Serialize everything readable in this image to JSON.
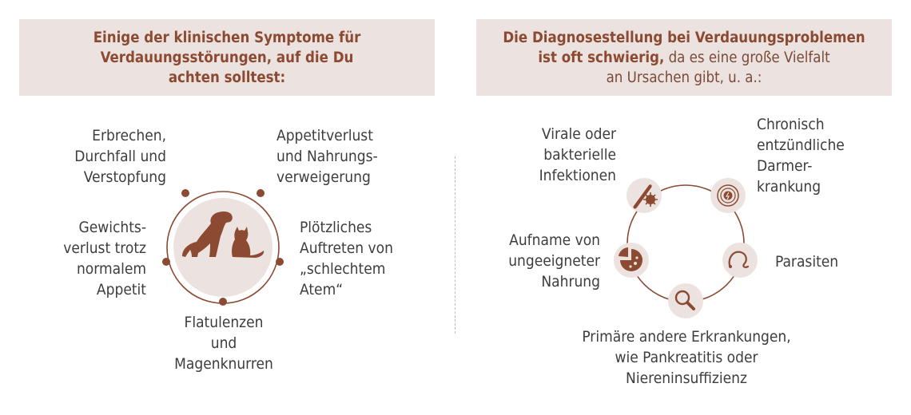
{
  "left_panel": {
    "title_lines": [
      "Einige der klinischen Symptome für",
      "Verdauungsstörungen, auf die Du",
      "achten solltest:"
    ],
    "symptoms": [
      [
        "Erbrechen,",
        "Durchfall und",
        "Verstopfung"
      ],
      [
        "Appetitverlust",
        "und Nahrungs-",
        "verweigerung"
      ],
      [
        "Gewichts-",
        "verlust trotz",
        "normalem",
        "Appetit"
      ],
      [
        "Plötzliches",
        "Auftreten von",
        "„schlechtem",
        "Atem“"
      ],
      [
        "Flatulenzen",
        "und",
        "Magenknurren"
      ]
    ],
    "center_icon": "dog-and-cat-icon"
  },
  "right_panel": {
    "title_bold_lines": [
      "Die Diagnosestellung bei Verdauungsproblemen",
      "ist oft schwierig,"
    ],
    "title_rest_line2": " da es eine große Vielfalt",
    "title_line3": "an Ursachen gibt, u. a.:",
    "causes": [
      [
        "Virale oder",
        "bakterielle",
        "Infektionen"
      ],
      [
        "Chronisch",
        "entzündliche",
        "Darmer-",
        "krankung"
      ],
      [
        "Aufname von",
        "ungeeigneter",
        "Nahrung"
      ],
      [
        "Parasiten"
      ]
    ],
    "bottom_cause": {
      "bold": "Primäre andere Erkrankungen,",
      "lines": [
        "wie Pankreatitis oder",
        "Niereninsuffizienz"
      ]
    },
    "icons": [
      "virus-bacteria-icon",
      "inflamed-intestine-icon",
      "food-pie-icon",
      "parasite-worm-icon",
      "magnifier-icon"
    ]
  },
  "colors": {
    "accent": "#8b4a31",
    "banner_bg": "#ece3e0",
    "circle_fill": "#ece3e0",
    "text": "#3d3d3d"
  }
}
